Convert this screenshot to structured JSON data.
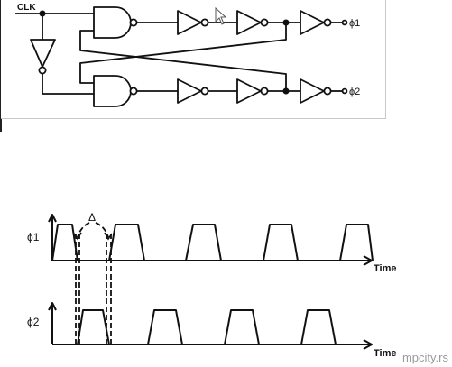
{
  "circuit": {
    "clk_label": "CLK",
    "phi1_label": "ϕ1",
    "phi2_label": "ϕ2"
  },
  "timing": {
    "phi1_axis_label": "ϕ1",
    "phi2_axis_label": "ϕ2",
    "delta_label": "Δ",
    "time_label_top": "Time",
    "time_label_bottom": "Time"
  },
  "watermark": "mpcity.rs"
}
